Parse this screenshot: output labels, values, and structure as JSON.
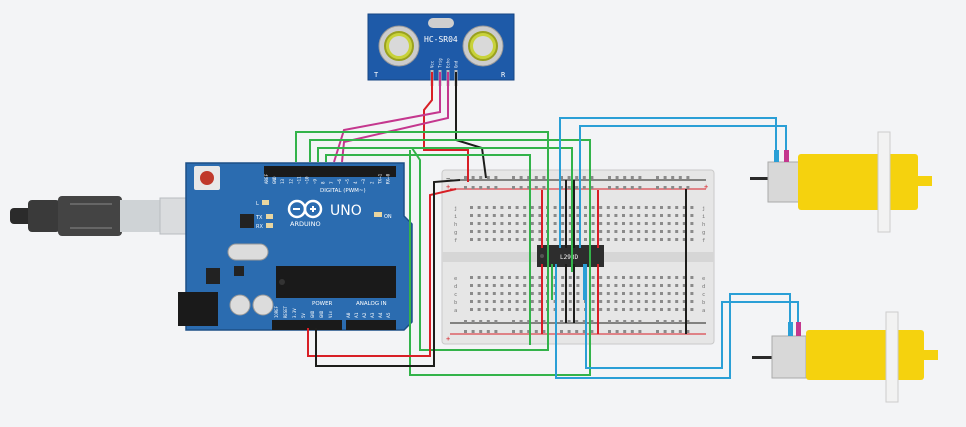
{
  "sensor": {
    "name": "HC-SR04",
    "left_mark": "T",
    "right_mark": "R",
    "pins": [
      "Vcc",
      "Trig",
      "Echo",
      "Gnd"
    ]
  },
  "arduino": {
    "brand": "ARDUINO",
    "model": "UNO",
    "digital_label": "DIGITAL (PWM~)",
    "power_label": "POWER",
    "analog_label": "ANALOG IN",
    "on_label": "ON",
    "l_label": "L",
    "tx_label": "TX",
    "rx_label": "RX",
    "top_pins": [
      "AREF",
      "GND",
      "13",
      "12",
      "~11",
      "~10",
      "~9",
      "8",
      "7",
      "~6",
      "~5",
      "4",
      "~3",
      "2",
      "TX→1",
      "RX←0"
    ],
    "power_pins": [
      "IOREF",
      "RESET",
      "3.3V",
      "5V",
      "GND",
      "GND",
      "Vin"
    ],
    "analog_pins": [
      "A0",
      "A1",
      "A2",
      "A3",
      "A4",
      "A5"
    ]
  },
  "breadboard": {
    "chip_label": "L293D",
    "rows_top": [
      "j",
      "i",
      "h",
      "g",
      "f"
    ],
    "rows_bottom": [
      "e",
      "d",
      "c",
      "b",
      "a"
    ],
    "plus": "+",
    "minus": "−"
  },
  "colors": {
    "wire_green": "#33b34a",
    "wire_red": "#d81f26",
    "wire_black": "#1d1d1b",
    "wire_blue": "#2a9fd6",
    "wire_magenta": "#c4378e",
    "board_blue": "#2b6cb0",
    "motor_yellow": "#f5d20e",
    "sensor_blue": "#1e5aa8"
  }
}
